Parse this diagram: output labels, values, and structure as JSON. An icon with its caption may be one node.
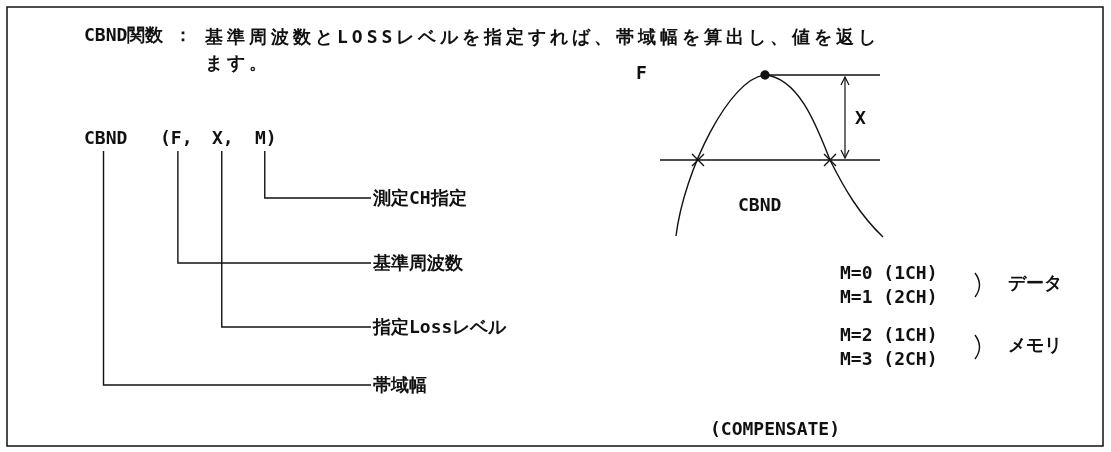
{
  "diagram": {
    "nodes": [
      {
        "text": [
          "CBND"
        ]
      },
      {
        "text": [
          "(F,"
        ]
      },
      {
        "text": [
          "X,"
        ]
      },
      {
        "text": [
          "M)"
        ]
      },
      {
        "text": [
          "測定CH指定"
        ]
      },
      {
        "text": [
          "基準周波数"
        ]
      },
      {
        "text": [
          "指定Lossレベル"
        ]
      },
      {
        "text": [
          "帯域幅"
        ]
      }
    ],
    "edges": [
      {
        "from": 4,
        "to": 3,
        "arrow": "none"
      },
      {
        "from": 5,
        "to": 1,
        "arrow": "none"
      },
      {
        "from": 6,
        "to": 2,
        "arrow": "none"
      },
      {
        "from": 7,
        "to": 0,
        "arrow": "none"
      }
    ],
    "labels": [
      "CBND関数 ：",
      "基準周波数とLOSSレベルを指定すれば、帯域幅を算出し、値を返します。",
      "F",
      "X",
      "CBND",
      "M=0 (1CH)",
      "M=1 (2CH)",
      "データ",
      "M=2 (1CH)",
      "M=3 (2CH)",
      "メモリ",
      "(COMPENSATE)"
    ]
  }
}
